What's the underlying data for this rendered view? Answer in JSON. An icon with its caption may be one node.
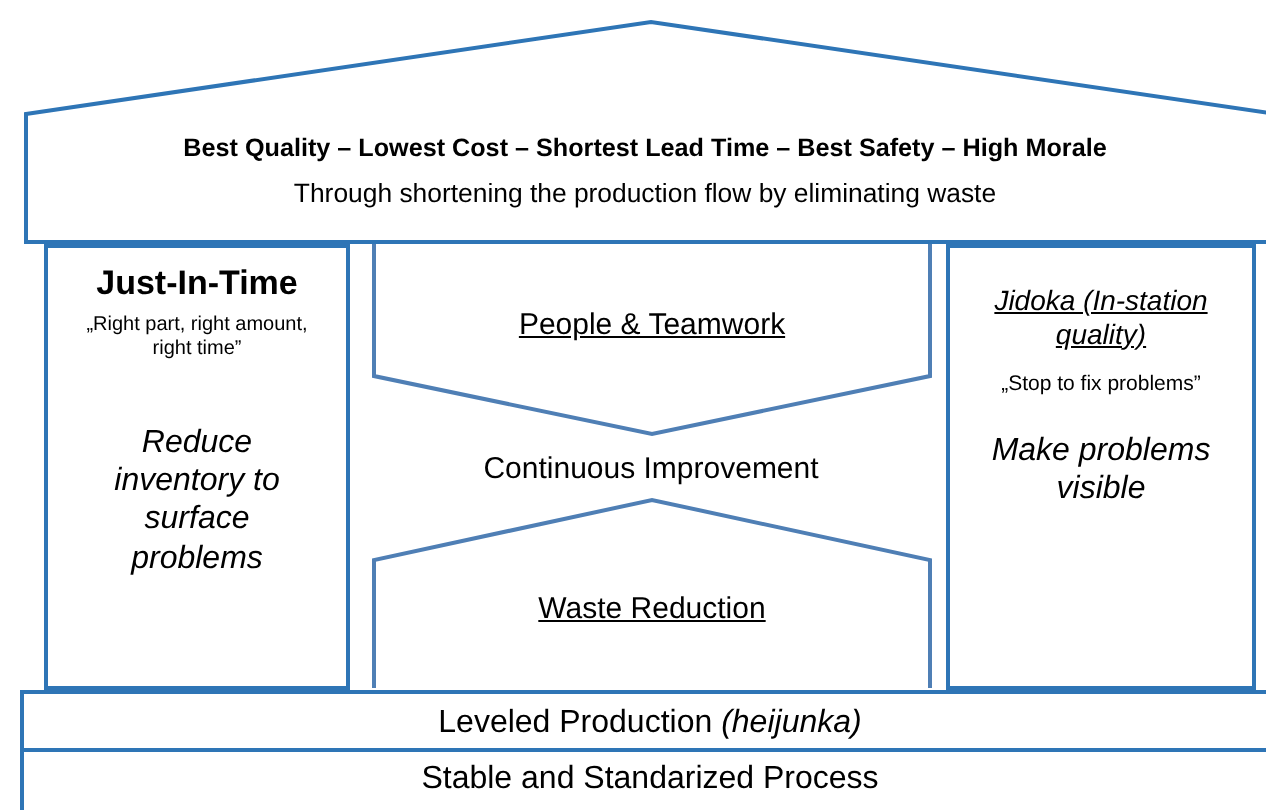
{
  "diagram": {
    "nodes": [
      {
        "text": [
          "Best Quality – Lowest Cost – Shortest Lead Time – Best Safety – High Morale",
          "Through shortening the production flow by eliminating waste"
        ]
      },
      {
        "text": [
          "Just-In-Time",
          "„Right part, right amount, right time”",
          "Reduce inventory to surface problems"
        ]
      },
      {
        "text": [
          "People & Teamwork"
        ]
      },
      {
        "text": [
          "Waste Reduction"
        ]
      },
      {
        "text": [
          "Jidoka (In-station quality)",
          "„Stop to fix problems”",
          "Make problems visible"
        ]
      },
      {
        "text": [
          "Leveled Production *(heijunka)*"
        ]
      },
      {
        "text": [
          "Stable and Standarized Process"
        ]
      }
    ],
    "edges": [],
    "labels": [
      "Continuous Improvement"
    ]
  }
}
